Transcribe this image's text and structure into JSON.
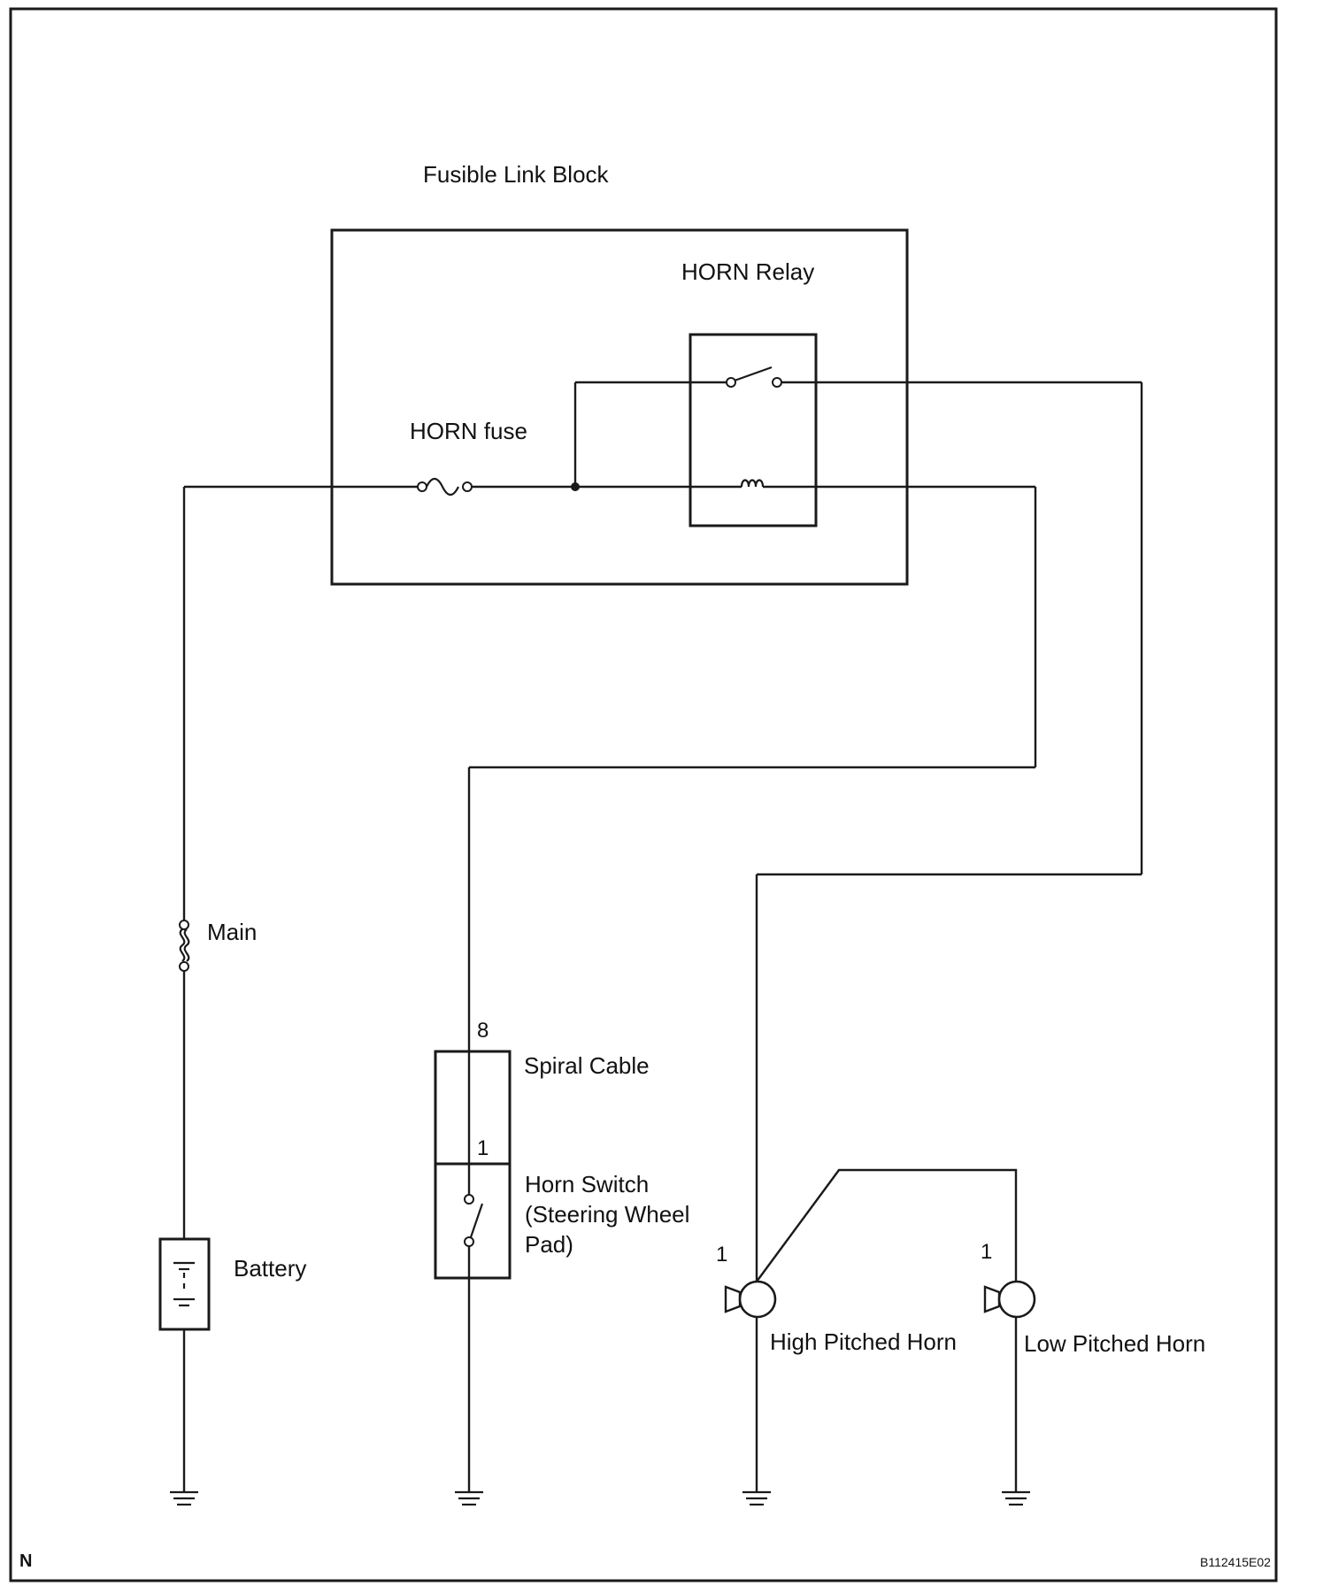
{
  "labels": {
    "fusible_link_block": "Fusible Link Block",
    "horn_relay": "HORN Relay",
    "horn_fuse": "HORN fuse",
    "main_fuse": "Main",
    "battery": "Battery",
    "spiral_cable": "Spiral Cable",
    "horn_switch_line1": "Horn Switch",
    "horn_switch_line2": "(Steering Wheel",
    "horn_switch_line3": "Pad)",
    "high_pitched_horn": "High Pitched Horn",
    "low_pitched_horn": "Low Pitched Horn"
  },
  "pins": {
    "spiral_cable_top": "8",
    "spiral_cable_bottom": "1",
    "high_horn": "1",
    "low_horn": "1"
  },
  "footer": {
    "left_mark": "N",
    "figure_id": "B112415E02"
  }
}
